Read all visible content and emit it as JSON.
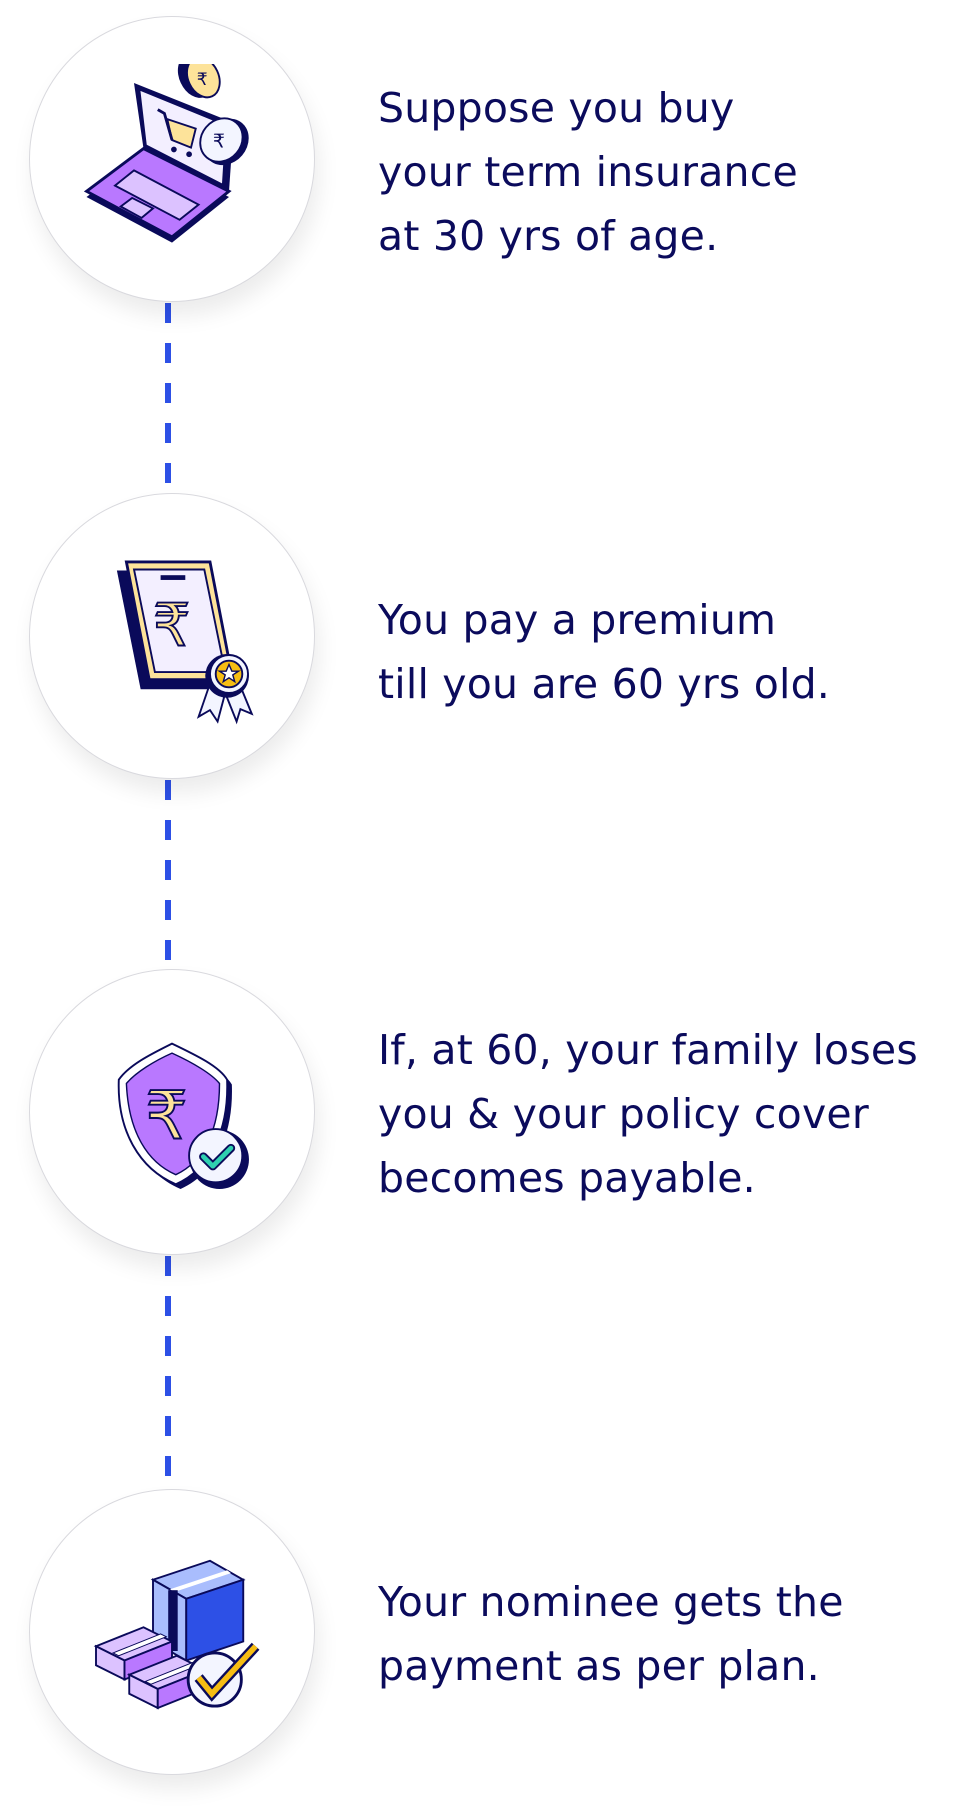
{
  "colors": {
    "ink": "#0b0b5c",
    "dash": "#2d50e6",
    "navy": "#0a0a5a",
    "purple": "#b978ff",
    "lavender": "#dcc2ff",
    "screen": "#f3efff",
    "yellow": "#fde39a",
    "gold": "#f6bd13",
    "teal": "#2fd0b0",
    "blue": "#2d50e6",
    "light_blue": "#a9bdfd"
  },
  "steps": [
    {
      "icon": "laptop-shopping-cart-rupee-coins-icon",
      "lines": [
        "Suppose you buy",
        "your term insurance",
        "at 30 yrs of age."
      ]
    },
    {
      "icon": "phone-rupee-award-badge-icon",
      "lines": [
        "You pay a premium",
        "till you are 60 yrs old."
      ]
    },
    {
      "icon": "rupee-shield-checkmark-icon",
      "lines": [
        "If, at 60, your family loses",
        "you & your policy cover",
        "becomes payable."
      ]
    },
    {
      "icon": "cash-bundles-checkmark-icon",
      "lines": [
        "Your nominee gets the",
        "payment as per plan."
      ]
    }
  ]
}
